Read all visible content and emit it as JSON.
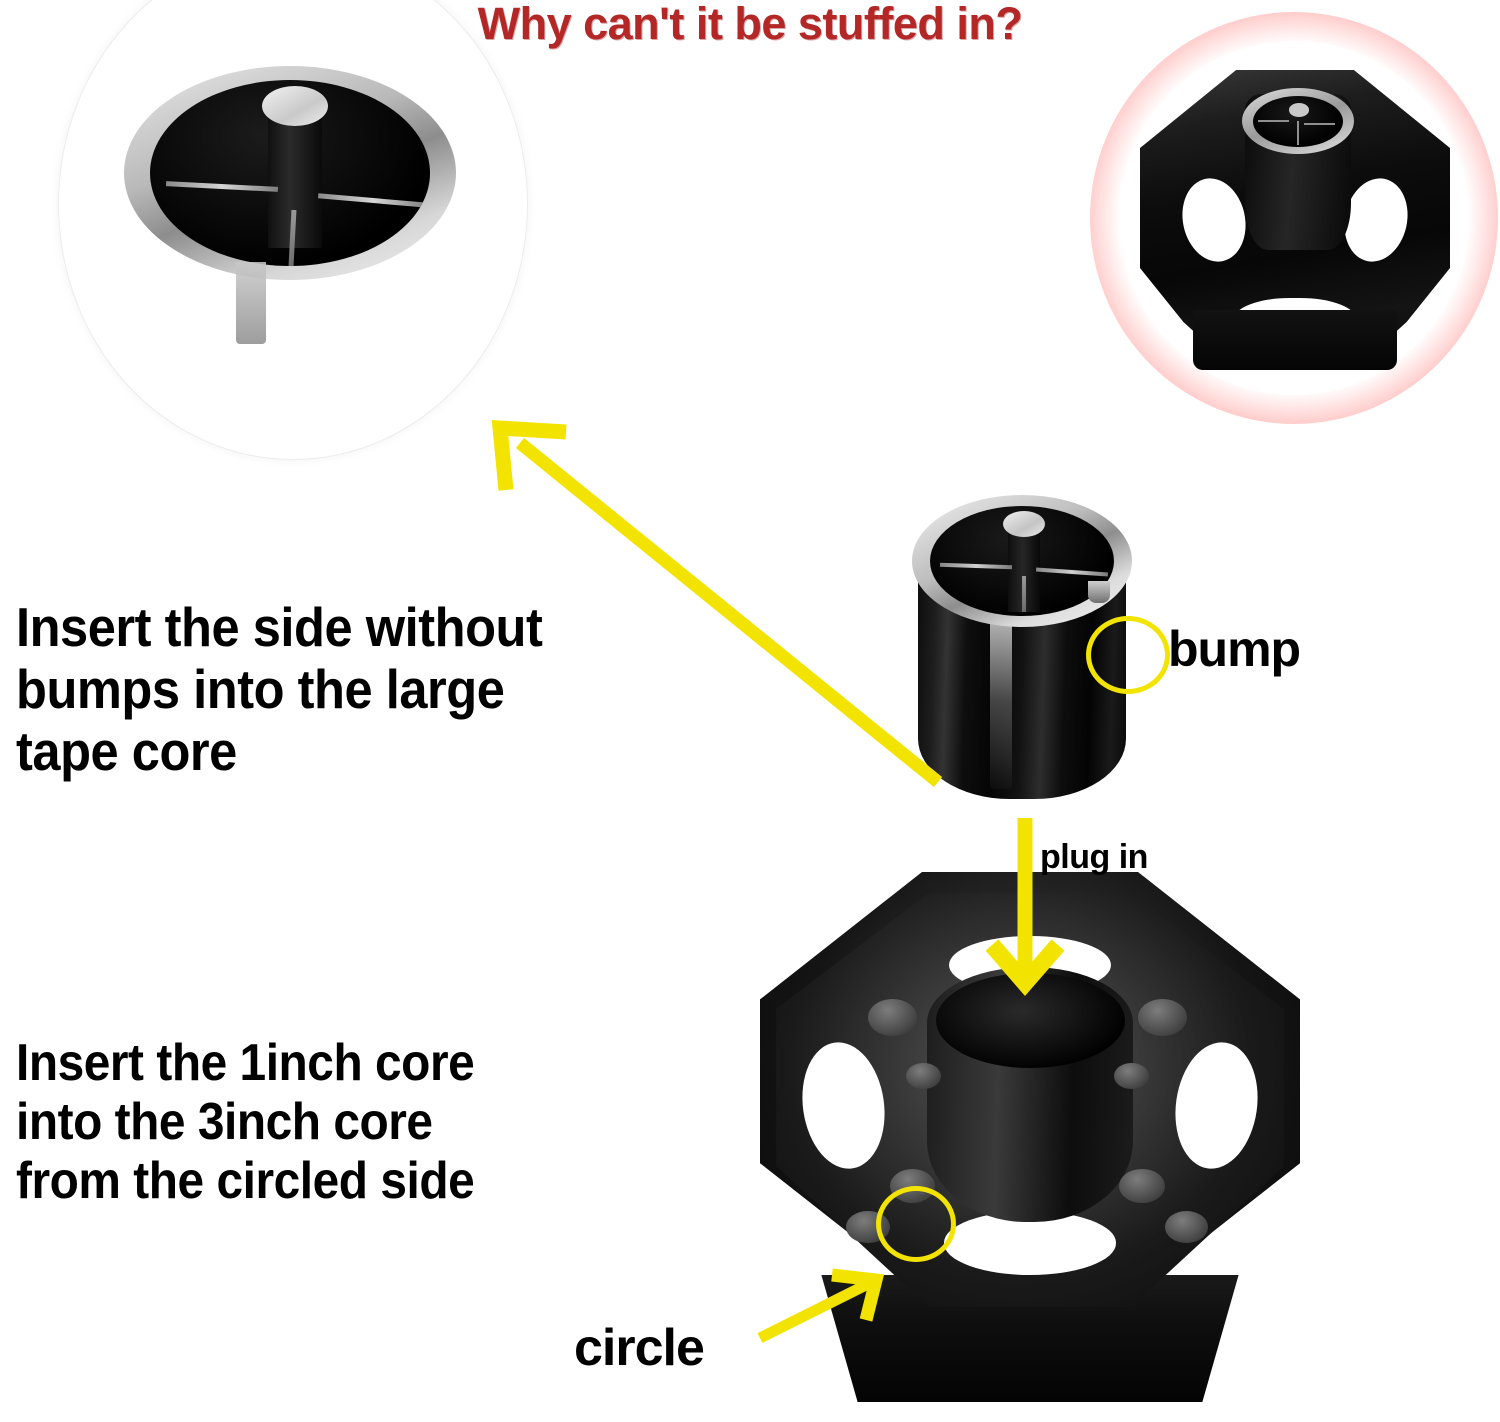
{
  "title": {
    "text": "Why can't it be stuffed in?",
    "color": "#b32727"
  },
  "instructions": [
    {
      "id": "insert-without-bumps",
      "lines": [
        "Insert the side without",
        "bumps into the large",
        "tape core"
      ]
    },
    {
      "id": "insert-1inch-into-3inch",
      "lines": [
        "Insert the 1inch core",
        "into the 3inch core",
        "from the circled side"
      ]
    }
  ],
  "callouts": {
    "bump": "bump",
    "plug_in": "plug in",
    "circle": "circle"
  },
  "annotations": {
    "highlight_color": "#f2e400",
    "error_glow_color": "#fc9694",
    "arrows": [
      {
        "name": "detail-arrow",
        "from": "1inch-core",
        "to": "closeup-inset"
      },
      {
        "name": "plug-in-arrow",
        "from": "1inch-core",
        "to": "3inch-core-bore"
      },
      {
        "name": "circle-pointer-arrow",
        "from": "circle-label",
        "to": "boss-on-3inch-core"
      }
    ],
    "rings": [
      {
        "name": "bump-ring",
        "target": "notch-on-1inch-core"
      },
      {
        "name": "circle-ring",
        "target": "boss-on-3inch-core"
      }
    ]
  },
  "parts": {
    "closeup_inset": "1inch-core-closeup",
    "error_inset": "wrong-assembly-octagonal-core",
    "mid_part": "1inch-tape-core-adapter",
    "bottom_part": "3inch-octagonal-tape-core-adapter"
  }
}
